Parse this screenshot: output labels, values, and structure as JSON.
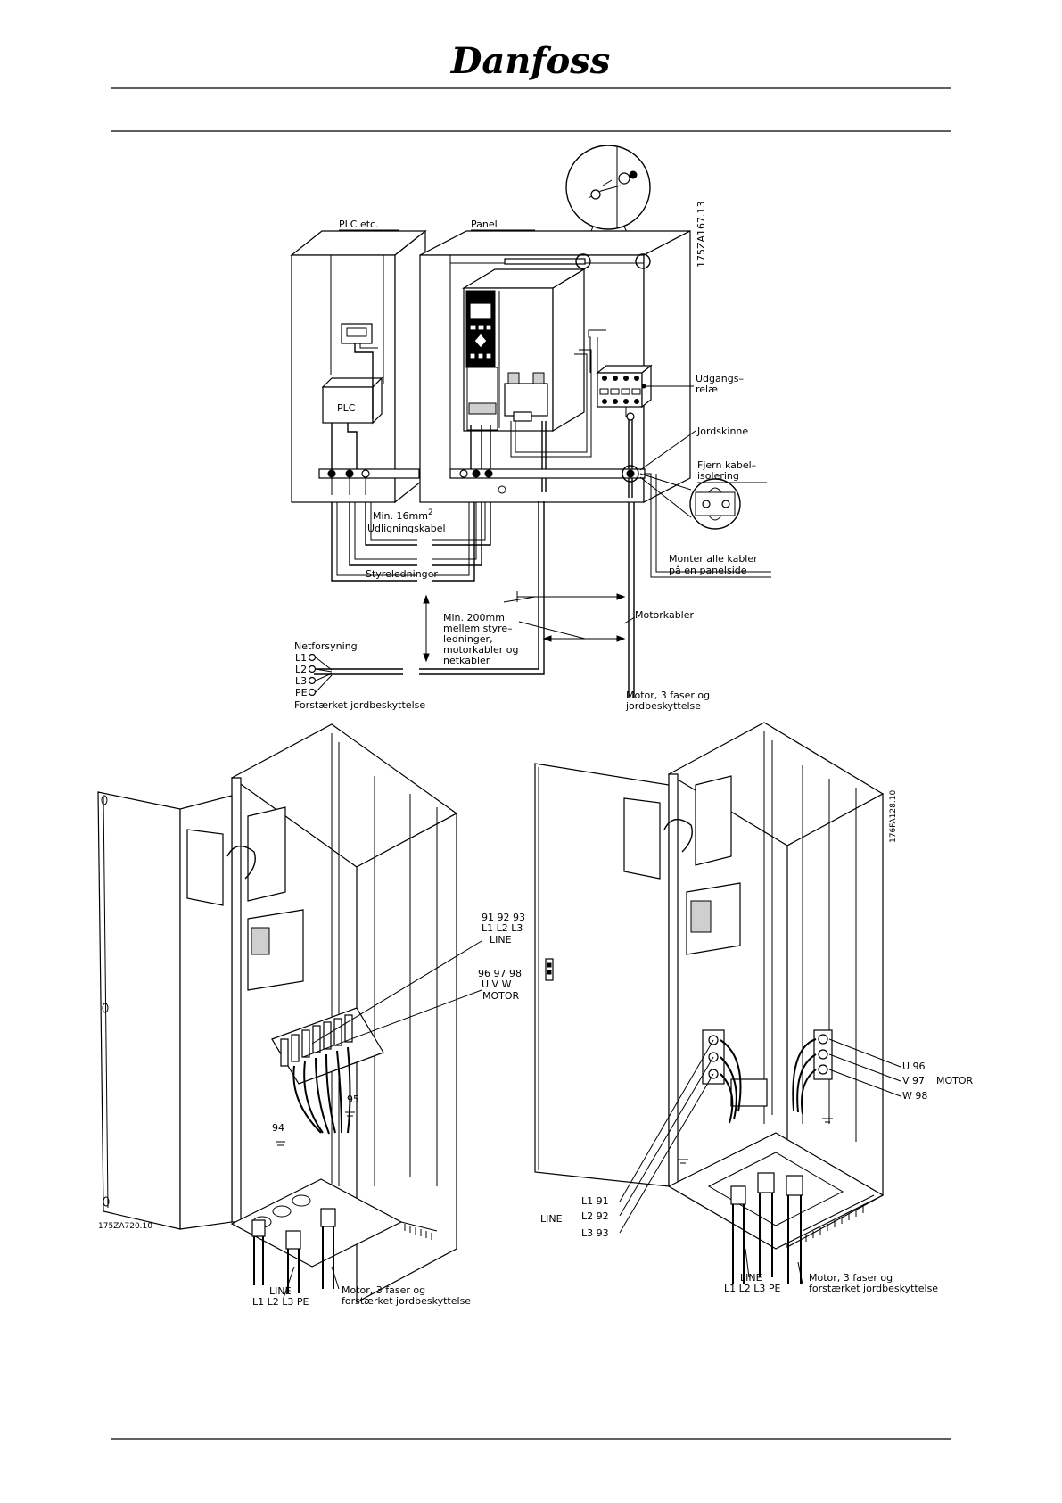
{
  "header": {
    "brand": "Danfoss"
  },
  "top_diagram": {
    "code": "175ZA167.13",
    "cabinet_left_label": "PLC etc.",
    "cabinet_right_label": "Panel",
    "plc_box": "PLC",
    "labels": {
      "min16": "Min. 16mm",
      "min16_sup": "2",
      "udligning": "Udligningskabel",
      "styreledninger": "Styreledninger",
      "udgangs1": "Udgangs–",
      "udgangs2": "relæ",
      "jordskinne": "Jordskinne",
      "fjern1": "Fjern kabel–",
      "fjern2": "isolering",
      "monter1": "Monter alle kabler",
      "monter2": "på en panelside",
      "min200_1": "Min. 200mm",
      "min200_2": "mellem styre–",
      "min200_3": "ledninger,",
      "min200_4": "motorkabler og",
      "min200_5": "netkabler",
      "motorkabler": "Motorkabler",
      "netforsyning": "Netforsyning",
      "l1": "L1",
      "l2": "L2",
      "l3": "L3",
      "pe": "PE",
      "forstaerket": "Forstærket jordbeskyttelse",
      "motor3_1": "Motor, 3 faser og",
      "motor3_2": "jordbeskyttelse"
    }
  },
  "left_diagram": {
    "code": "175ZA720.10",
    "line_nums": "91 92 93",
    "line_phases": "L1 L2 L3",
    "line_word": "LINE",
    "motor_nums": "96 97 98",
    "motor_phases": "U V W",
    "motor_word": "MOTOR",
    "t95": "95",
    "t94": "94",
    "bottom_line1": "LINE",
    "bottom_line2": "L1 L2 L3 PE",
    "bottom_motor1": "Motor, 3 faser og",
    "bottom_motor2": "forstærket jordbeskyttelse"
  },
  "right_diagram": {
    "code": "176FA128.10",
    "u96": "U 96",
    "v97": "V 97",
    "w98": "W 98",
    "motor_word": "MOTOR",
    "line_word": "LINE",
    "l1_91": "L1 91",
    "l2_92": "L2 92",
    "l3_93": "L3 93",
    "bottom_line1": "LINE",
    "bottom_line2": "L1 L2 L3 PE",
    "bottom_motor1": "Motor, 3 faser og",
    "bottom_motor2": "forstærket jordbeskyttelse"
  }
}
